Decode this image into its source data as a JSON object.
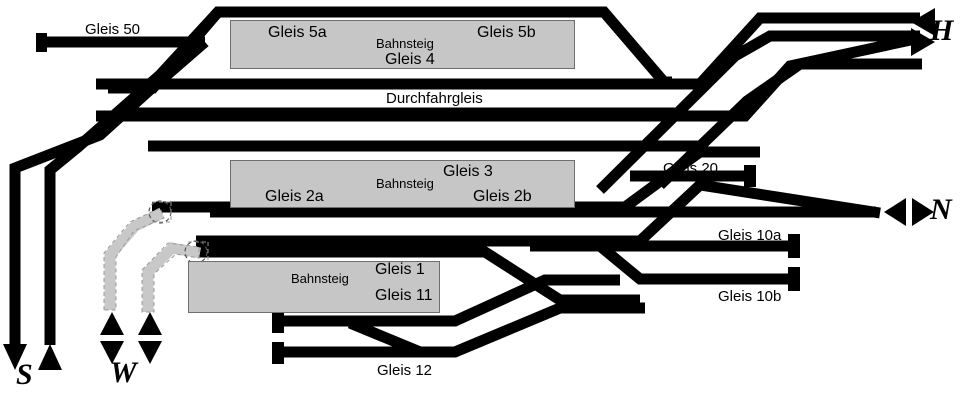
{
  "diagram": {
    "kind": "railway-track-plan",
    "language": "de",
    "colors": {
      "rail": "#000000",
      "ghost_rail": "#c8c8c8",
      "platform_fill": "#c6c6c6",
      "platform_border": "#6e6e6e",
      "background": "#ffffff"
    }
  },
  "platforms": [
    {
      "id": "platform-top",
      "word": "Bahnsteig",
      "track_left": "Gleis 5a",
      "track_right": "Gleis 5b",
      "track_center": "Gleis 4"
    },
    {
      "id": "platform-middle",
      "word": "Bahnsteig",
      "track_top": "Gleis 3",
      "track_left": "Gleis 2a",
      "track_right": "Gleis 2b"
    },
    {
      "id": "platform-bottom",
      "word": "Bahnsteig",
      "track_top": "Gleis 1",
      "track_bottom": "Gleis 11"
    }
  ],
  "track_labels": {
    "gleis_50": "Gleis 50",
    "durchfahrgleis": "Durchfahrgleis",
    "gleis_20": "Gleis 20",
    "gleis_10a": "Gleis 10a",
    "gleis_10b": "Gleis 10b",
    "gleis_12": "Gleis 12"
  },
  "compass": {
    "h": "H",
    "n": "N",
    "s": "S",
    "w": "W"
  }
}
